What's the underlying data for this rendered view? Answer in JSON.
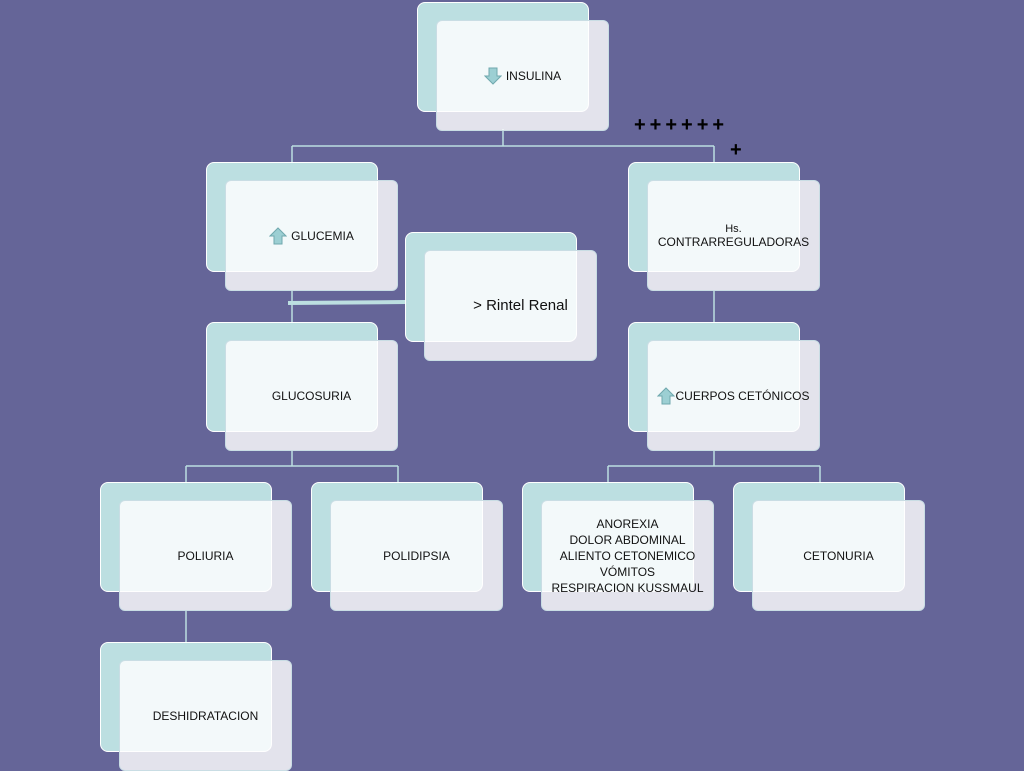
{
  "nodes": {
    "insulina": {
      "label": "INSULINA",
      "icon": "down-arrow-icon"
    },
    "glucemia": {
      "label": "GLUCEMIA",
      "icon": "up-arrow-icon"
    },
    "hormonas": {
      "line1": "Hs.",
      "line2": "CONTRARREGULADORAS"
    },
    "rintel": {
      "label": "> Rintel Renal"
    },
    "glucosuria": {
      "label": "GLUCOSURIA"
    },
    "cuerpos": {
      "label": "CUERPOS CETÓNICOS",
      "icon": "up-arrow-icon"
    },
    "poliuria": {
      "label": "POLIURIA"
    },
    "polidipsia": {
      "label": "POLIDIPSIA"
    },
    "sintomas": {
      "lines": [
        "ANOREXIA",
        "DOLOR ABDOMINAL",
        "ALIENTO CETONEMICO",
        "VÓMITOS",
        "RESPIRACION KUSSMAUL"
      ]
    },
    "cetonuria": {
      "label": "CETONURIA"
    },
    "deshidratacion": {
      "label": "DESHIDRATACION"
    }
  },
  "annotation": {
    "plus_row": "++++++",
    "plus_extra": "+"
  },
  "colors": {
    "background": "#656598",
    "box_back": "#bcdfe1",
    "connector": "#bcdfe1",
    "arrow": "#9ccfd3"
  }
}
